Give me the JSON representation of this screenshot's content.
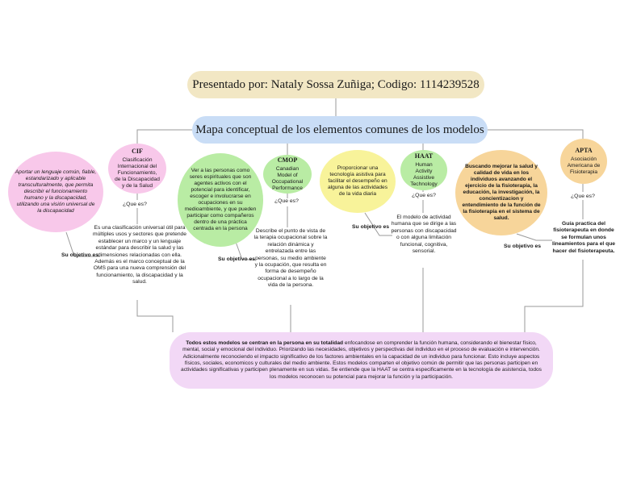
{
  "title": "Presentado por: Nataly Sossa Zuñiga; Codigo: 1114239528",
  "main_title": "Mapa conceptual de los elementos comunes de los modelos",
  "left_note": {
    "text": "Aportar      un lenguaje común, fiable, estandarizado y aplicable transculturalmente, que permita describir el funcionamiento humano y la discapacidad, utilizando una visión universal de la discapacidad",
    "connector": "Su objetivo es"
  },
  "cif": {
    "abbr": "CIF",
    "name": "Clasificación Internacional del Funcionamiento, de la Discapacidad y de la Salud",
    "question": "¿Que es?",
    "description": "Es una clasificación universal útil para múltiples usos y sectores que pretende establecer un marco y un lenguaje estándar para describir la salud y las dimensiones relacionadas con ella. Además es el marco conceptual de la OMS para una nueva comprensión del funcionamiento, la discapacidad y la salud."
  },
  "green_note": {
    "text": "Ver a las personas como seres espirituales que son agentes activos con el potencial para identificar, escoger e involucrarse en ocupaciones en su medioambiente, y que pueden participar como compañeros dentro de una práctica centrada en la persona",
    "connector": "Su objetivo es"
  },
  "cmop": {
    "abbr": "CMOP",
    "name": "Canadian Model of Occupational Performance",
    "question": "¿Que es?",
    "description": "Describe el punto de vista de la terapia ocupacional sobre la relación dinámica y entrelazada entre las personas, su medio ambiente y la ocupación, que resulta en forma de desempeño ocupacional a lo largo de la vida de la persona."
  },
  "yellow_note": {
    "text": "Proporcionar una tecnología asistiva para facilitar el desempeño en alguna de las actividades de la vida diaria",
    "connector": "Su objetivo es"
  },
  "haat": {
    "abbr": "HAAT",
    "name": "Human Activity Assistive Technology",
    "question": "¿Que es?",
    "description": "El modelo de actividad humana que  se dirige a las personas con discapacidad o con alguna limitación funcional, cognitiva, sensorial."
  },
  "orange_note": {
    "text": "Buscando mejorar la salud y calidad de vida en los individuos avanzando el ejercicio de la fisioterapia, la educación, la investigación, la concientizacion y entendimiento de la función de la fisioterapia en el sistema de salud.",
    "connector": "Su objetivo es"
  },
  "apta": {
    "abbr": "APTA",
    "name": "Asociación Americana de Fisioterapia",
    "question": "¿Que es?",
    "description": "Guía practica del fisioterapeuta en donde se formulan unos lineamientos para el que hacer del fisioterapeuta."
  },
  "summary": {
    "lead": "Todos estos modelos se centran en la persona en su totalidad",
    "text": " enfocandose en comprender la función humana, considerando el bienestar físico, mental, social y emocional del individuo. Priorizando las necesidades, objetivos y perspectivas del individuo en el proceso de evaluación e intervención. Adicionalmente reconociendo el impacto significativo de los factores ambientales en la capacidad de un individuo para funcionar. Esto incluye aspectos físicos, sociales, economicos y culturales del medio ambiente. Estos modelos comparten el objetivo común de permitir que las personas participen en actividades significativas y participen plenamente en sus vidas.  Se entiende que la HAAT se centra especificamente en la tecnología de asistencia, todos los modelos reconocen su potencial para mejorar la función y la participación."
  },
  "colors": {
    "title_bg": "#f2e7c4",
    "main_bg": "#c9ddf6",
    "pink": "#f8c8ea",
    "green": "#b9eca4",
    "yellow": "#f8f39a",
    "orange": "#f7d59a",
    "summary_bg": "#f2d8f6",
    "line": "#9a9a9a"
  }
}
